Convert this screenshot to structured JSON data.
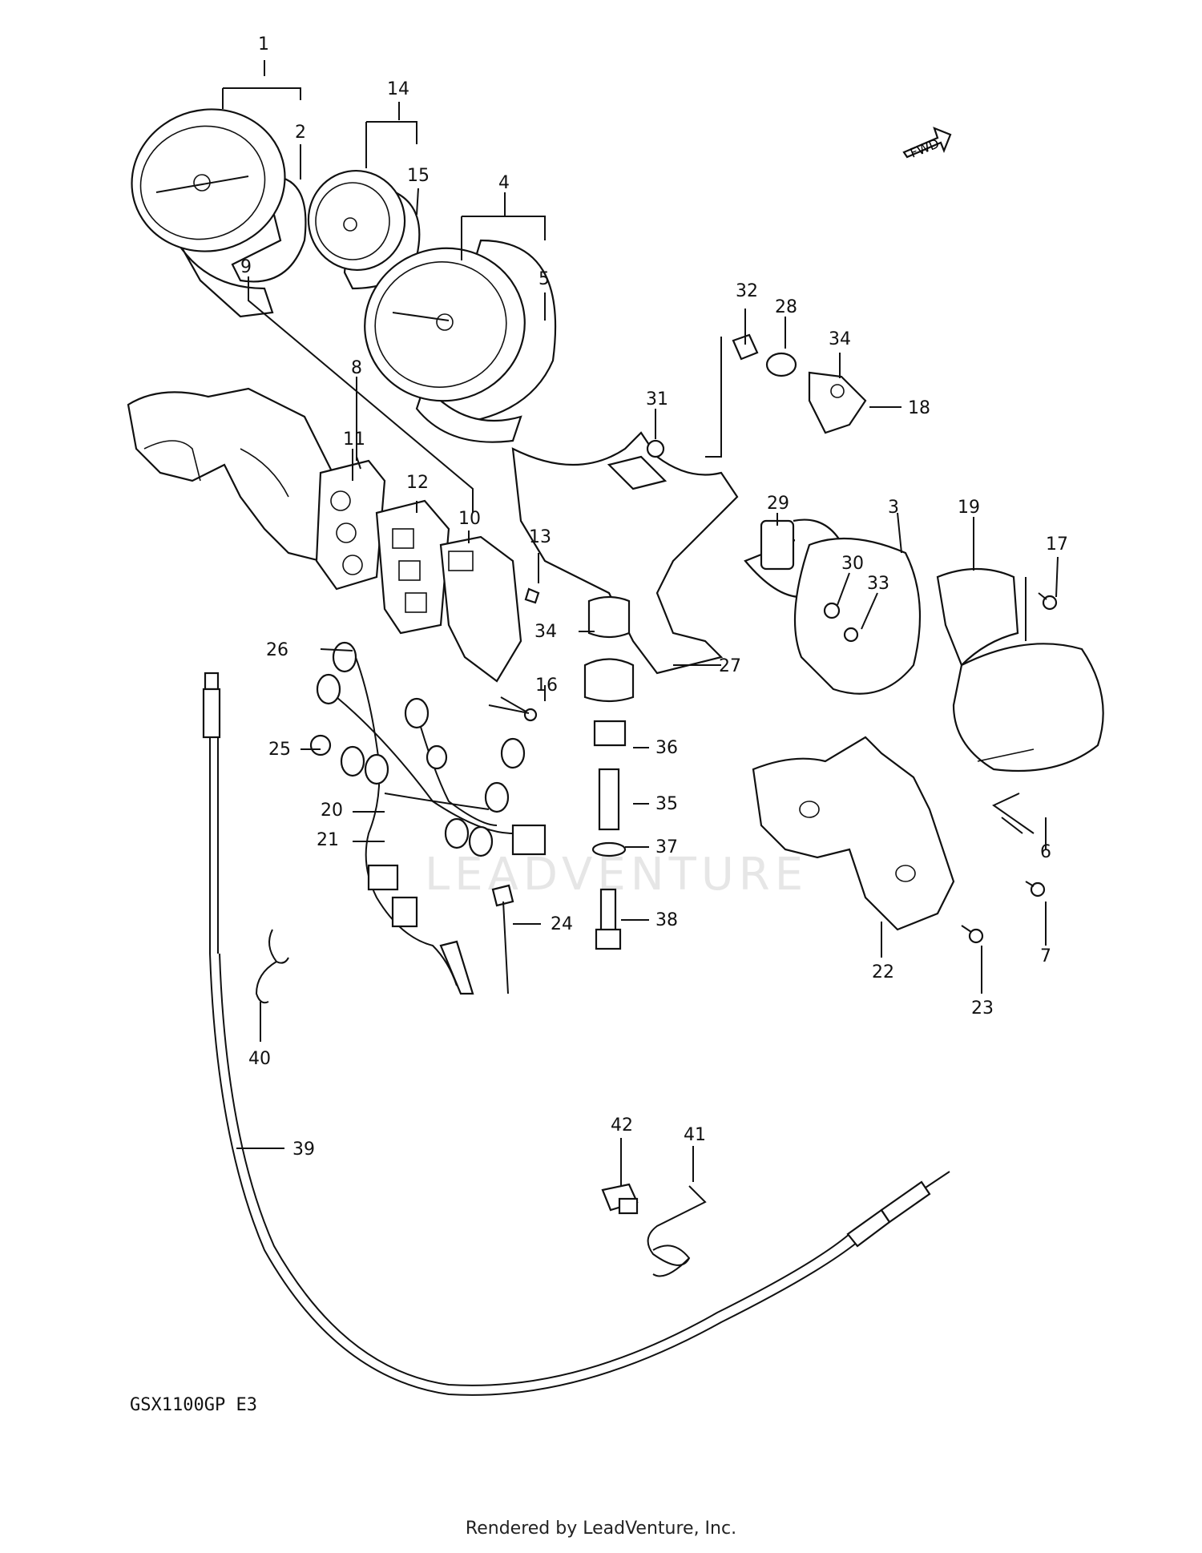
{
  "diagram": {
    "model_label": "GSX1100GP  E3",
    "watermark": "LEADVENTURE",
    "fwd_label": "FWD",
    "callouts": [
      {
        "id": "1",
        "text": "1"
      },
      {
        "id": "2",
        "text": "2"
      },
      {
        "id": "3",
        "text": "3"
      },
      {
        "id": "4",
        "text": "4"
      },
      {
        "id": "5",
        "text": "5"
      },
      {
        "id": "6",
        "text": "6"
      },
      {
        "id": "7",
        "text": "7"
      },
      {
        "id": "8",
        "text": "8"
      },
      {
        "id": "9",
        "text": "9"
      },
      {
        "id": "10",
        "text": "10"
      },
      {
        "id": "11",
        "text": "11"
      },
      {
        "id": "12",
        "text": "12"
      },
      {
        "id": "13",
        "text": "13"
      },
      {
        "id": "14",
        "text": "14"
      },
      {
        "id": "15",
        "text": "15"
      },
      {
        "id": "16",
        "text": "16"
      },
      {
        "id": "17",
        "text": "17"
      },
      {
        "id": "18",
        "text": "18"
      },
      {
        "id": "19",
        "text": "19"
      },
      {
        "id": "20",
        "text": "20"
      },
      {
        "id": "21",
        "text": "21"
      },
      {
        "id": "22",
        "text": "22"
      },
      {
        "id": "23",
        "text": "23"
      },
      {
        "id": "24",
        "text": "24"
      },
      {
        "id": "25",
        "text": "25"
      },
      {
        "id": "26",
        "text": "26"
      },
      {
        "id": "27",
        "text": "27"
      },
      {
        "id": "28",
        "text": "28"
      },
      {
        "id": "29",
        "text": "29"
      },
      {
        "id": "30",
        "text": "30"
      },
      {
        "id": "31",
        "text": "31"
      },
      {
        "id": "32",
        "text": "32"
      },
      {
        "id": "33",
        "text": "33"
      },
      {
        "id": "34a",
        "text": "34"
      },
      {
        "id": "34b",
        "text": "34"
      },
      {
        "id": "35",
        "text": "35"
      },
      {
        "id": "36",
        "text": "36"
      },
      {
        "id": "37",
        "text": "37"
      },
      {
        "id": "38",
        "text": "38"
      },
      {
        "id": "39",
        "text": "39"
      },
      {
        "id": "40",
        "text": "40"
      },
      {
        "id": "41",
        "text": "41"
      },
      {
        "id": "42",
        "text": "42"
      }
    ]
  },
  "footer": {
    "text": "Rendered by LeadVenture, Inc."
  }
}
